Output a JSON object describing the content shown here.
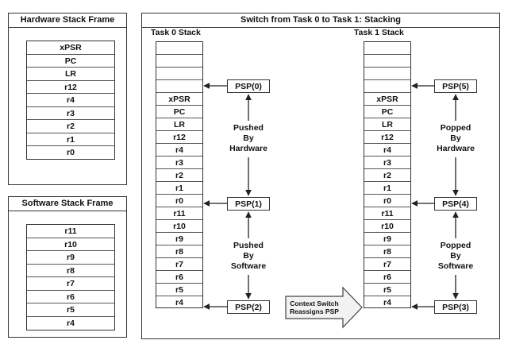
{
  "hardware_frame": {
    "title": "Hardware Stack Frame",
    "registers": [
      "xPSR",
      "PC",
      "LR",
      "r12",
      "r4",
      "r3",
      "r2",
      "r1",
      "r0"
    ]
  },
  "software_frame": {
    "title": "Software Stack Frame",
    "registers": [
      "r11",
      "r10",
      "r9",
      "r8",
      "r7",
      "r6",
      "r5",
      "r4"
    ]
  },
  "switch_panel": {
    "title": "Switch from Task 0 to Task 1:  Stacking",
    "task0": {
      "label": "Task 0 Stack",
      "cells": [
        "",
        "",
        "",
        "",
        "xPSR",
        "PC",
        "LR",
        "r12",
        "r4",
        "r3",
        "r2",
        "r1",
        "r0",
        "r11",
        "r10",
        "r9",
        "r8",
        "r7",
        "r6",
        "r5",
        "r4"
      ]
    },
    "task1": {
      "label": "Task 1 Stack",
      "cells": [
        "",
        "",
        "",
        "",
        "xPSR",
        "PC",
        "LR",
        "r12",
        "r4",
        "r3",
        "r2",
        "r1",
        "r0",
        "r11",
        "r10",
        "r9",
        "r8",
        "r7",
        "r6",
        "r5",
        "r4"
      ]
    },
    "psp_labels": {
      "psp0": "PSP(0)",
      "psp1": "PSP(1)",
      "psp2": "PSP(2)",
      "psp3": "PSP(3)",
      "psp4": "PSP(4)",
      "psp5": "PSP(5)"
    },
    "notes": {
      "pushed_hw": [
        "Pushed",
        "By",
        "Hardware"
      ],
      "pushed_sw": [
        "Pushed",
        "By",
        "Software"
      ],
      "popped_hw": [
        "Popped",
        "By",
        "Hardware"
      ],
      "popped_sw": [
        "Popped",
        "By",
        "Software"
      ]
    },
    "context_switch": [
      "Context Switch",
      "Reassigns PSP"
    ]
  }
}
